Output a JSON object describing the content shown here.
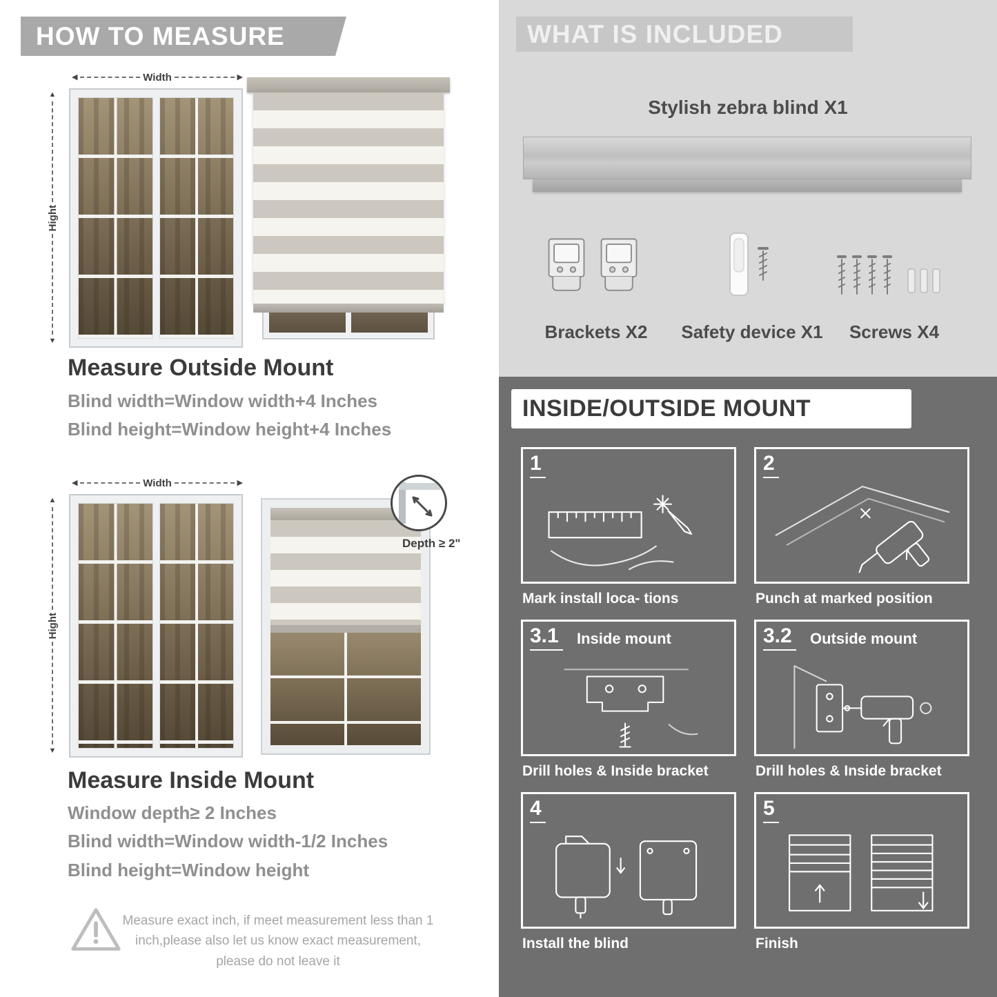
{
  "colors": {
    "banner_gray": "#a9a9a9",
    "included_bg": "#d9d9d9",
    "mount_bg": "#6f6f6f",
    "heading_dark": "#3b3b3b",
    "body_gray": "#8f8f8f",
    "white": "#ffffff"
  },
  "measure": {
    "title": "HOW TO MEASURE",
    "outside": {
      "width_label": "Width",
      "height_label": "Hight",
      "heading": "Measure Outside Mount",
      "lines": [
        "Blind width=Window width+4 Inches",
        "Blind height=Window height+4 Inches"
      ]
    },
    "inside": {
      "width_label": "Width",
      "height_label": "Hight",
      "depth_label": "Depth ≥ 2\"",
      "heading": "Measure Inside Mount",
      "lines": [
        "Window depth≥ 2 Inches",
        "Blind width=Window width-1/2 Inches",
        "Blind height=Window height"
      ]
    },
    "note": "Measure exact inch, if meet measurement less than 1 inch,please also let us know exact measurement, please do not leave it"
  },
  "included": {
    "title": "WHAT IS INCLUDED",
    "product_label": "Stylish zebra blind X1",
    "items": [
      {
        "label": "Brackets X2"
      },
      {
        "label": "Safety device X1"
      },
      {
        "label": "Screws X4"
      }
    ]
  },
  "mount": {
    "title": "INSIDE/OUTSIDE MOUNT",
    "steps": [
      {
        "num": "1",
        "label": "",
        "caption": "Mark install loca- tions"
      },
      {
        "num": "2",
        "label": "",
        "caption": "Punch at  marked position"
      },
      {
        "num": "3.1",
        "label": "Inside mount",
        "caption": "Drill holes &  Inside bracket"
      },
      {
        "num": "3.2",
        "label": "Outside mount",
        "caption": "Drill holes &  Inside bracket"
      },
      {
        "num": "4",
        "label": "",
        "caption": "Install the blind"
      },
      {
        "num": "5",
        "label": "",
        "caption": "Finish"
      }
    ]
  }
}
